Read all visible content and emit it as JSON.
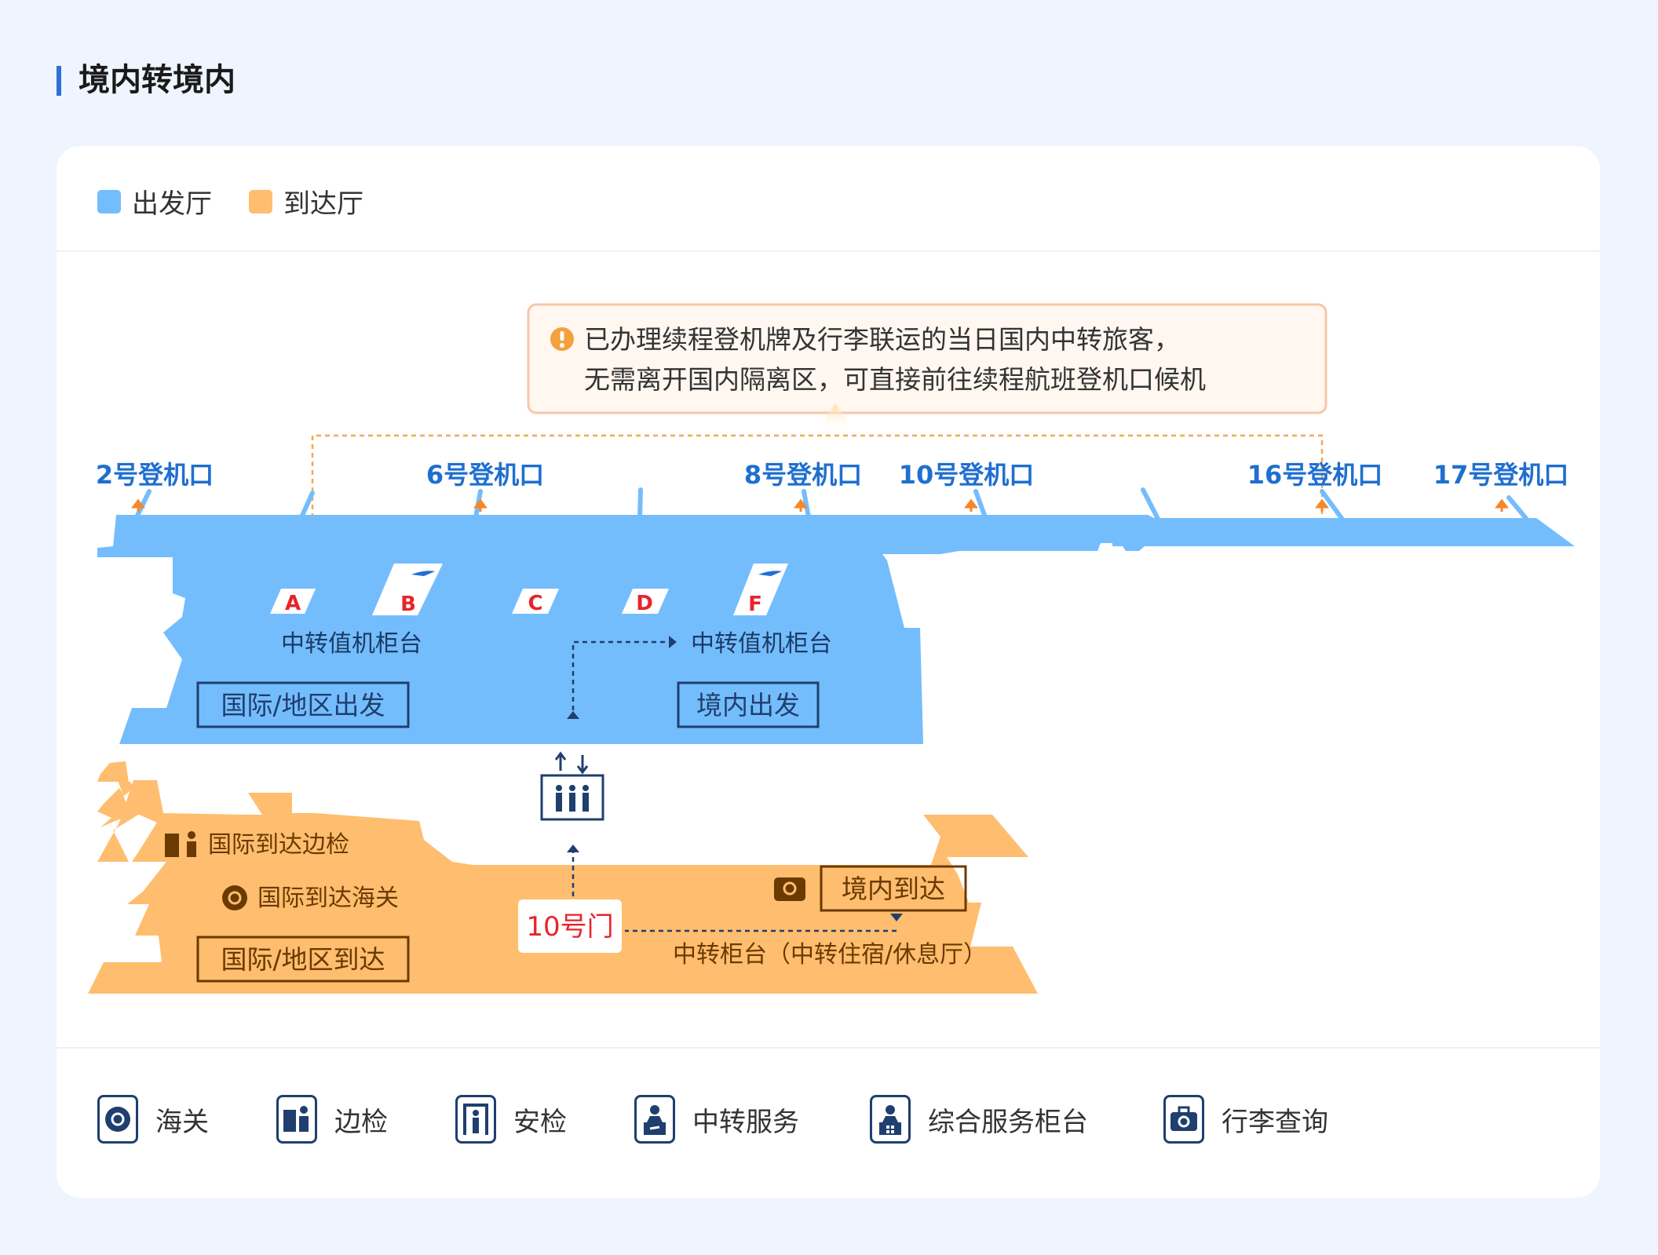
{
  "page": {
    "title": "境内转境内"
  },
  "legend": {
    "departure": {
      "label": "出发厅",
      "color": "#74bdfd"
    },
    "arrival": {
      "label": "到达厅",
      "color": "#ffbd6f"
    }
  },
  "notice": {
    "icon": "warning-icon",
    "line1": "已办理续程登机牌及行李联运的当日国内中转旅客，",
    "line2": "无需离开国内隔离区，可直接前往续程航班登机口候机"
  },
  "gates": [
    "2号登机口",
    "6号登机口",
    "8号登机口",
    "10号登机口",
    "16号登机口",
    "17号登机口"
  ],
  "counters": [
    "A",
    "B",
    "C",
    "D",
    "F"
  ],
  "departure_hall": {
    "transfer_counter_left": "中转值机柜台",
    "transfer_counter_right": "中转值机柜台",
    "intl_departure": "国际/地区出发",
    "domestic_departure": "境内出发"
  },
  "arrival_hall": {
    "border_check": "国际到达边检",
    "customs": "国际到达海关",
    "intl_arrival": "国际/地区到达",
    "gate10": "10号门",
    "domestic_arrival": "境内到达",
    "transfer_counter": "中转柜台（中转住宿/休息厅）"
  },
  "legend_bottom": [
    {
      "icon": "customs-icon",
      "label": "海关"
    },
    {
      "icon": "border-check-icon",
      "label": "边检"
    },
    {
      "icon": "security-check-icon",
      "label": "安检"
    },
    {
      "icon": "transfer-service-icon",
      "label": "中转服务"
    },
    {
      "icon": "service-counter-icon",
      "label": "综合服务柜台"
    },
    {
      "icon": "baggage-inquiry-icon",
      "label": "行李查询"
    }
  ],
  "colors": {
    "accent": "#2e6fd9",
    "gate_text": "#1f6fd0",
    "arrow": "#f5882a",
    "dark_navy": "#1f3f6e",
    "red": "#e8232b",
    "brown": "#6b3a00"
  }
}
